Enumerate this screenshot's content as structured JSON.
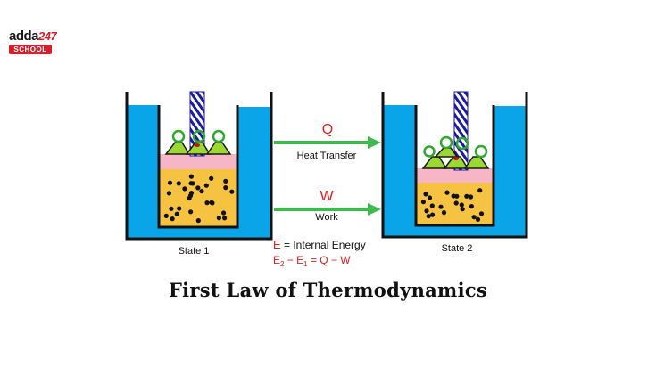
{
  "brand": {
    "name": "adda",
    "number": "247",
    "badge": "SCHOOL"
  },
  "labels": {
    "q": "Q",
    "heat_transfer": "Heat Transfer",
    "w": "W",
    "work": "Work",
    "state1": "State 1",
    "state2": "State 2",
    "energy_symbol": "E",
    "energy_def": " = Internal Energy",
    "equation": {
      "e2": "E",
      "sub2": "2",
      "minus": " − ",
      "e1": "E",
      "sub1": "1",
      "rest": "  =  Q − W"
    },
    "title": "First Law of Thermodynamics"
  },
  "colors": {
    "water": "#0aa5e8",
    "gas": "#f5c242",
    "piston": "#f7b6c6",
    "weight": "#9bd832",
    "ring": "#2fa82f",
    "rod": "#1c1aa0",
    "arrow": "#3dbb4c",
    "red": "#e0201c"
  }
}
